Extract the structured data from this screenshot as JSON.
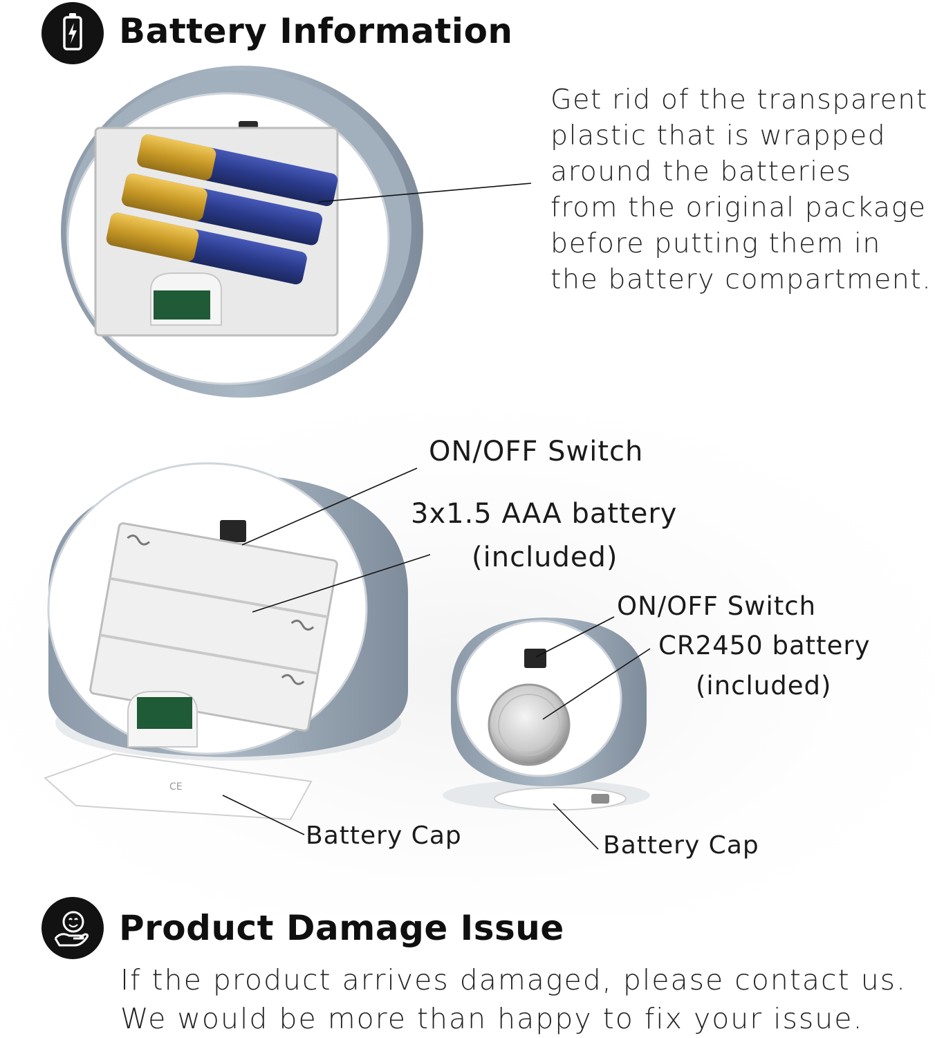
{
  "battery_section": {
    "title": "Battery Information",
    "icon": "battery-charging-icon",
    "instruction_lines": [
      "Get rid of the transparent",
      "plastic that is wrapped",
      "around the batteries",
      "from the original package",
      "before putting them in",
      "the battery compartment."
    ]
  },
  "large_candle": {
    "switch_label": "ON/OFF Switch",
    "battery_label_line1": "3x1.5 AAA battery",
    "battery_label_line2": "(included)",
    "cap_label": "Battery Cap"
  },
  "small_candle": {
    "switch_label": "ON/OFF Switch",
    "battery_label_line1": "CR2450 battery",
    "battery_label_line2": "(included)",
    "cap_label": "Battery Cap"
  },
  "damage_section": {
    "title": "Product Damage Issue",
    "icon": "smiley-hand-icon",
    "message_lines": [
      "If the product arrives damaged, please contact us.",
      "We would be more than happy to fix your issue."
    ]
  },
  "colors": {
    "icon_circle": "#121212",
    "candle_body": "#9aa7b4",
    "battery_blue": "#2c3e8f",
    "battery_gold": "#d4a42a"
  }
}
